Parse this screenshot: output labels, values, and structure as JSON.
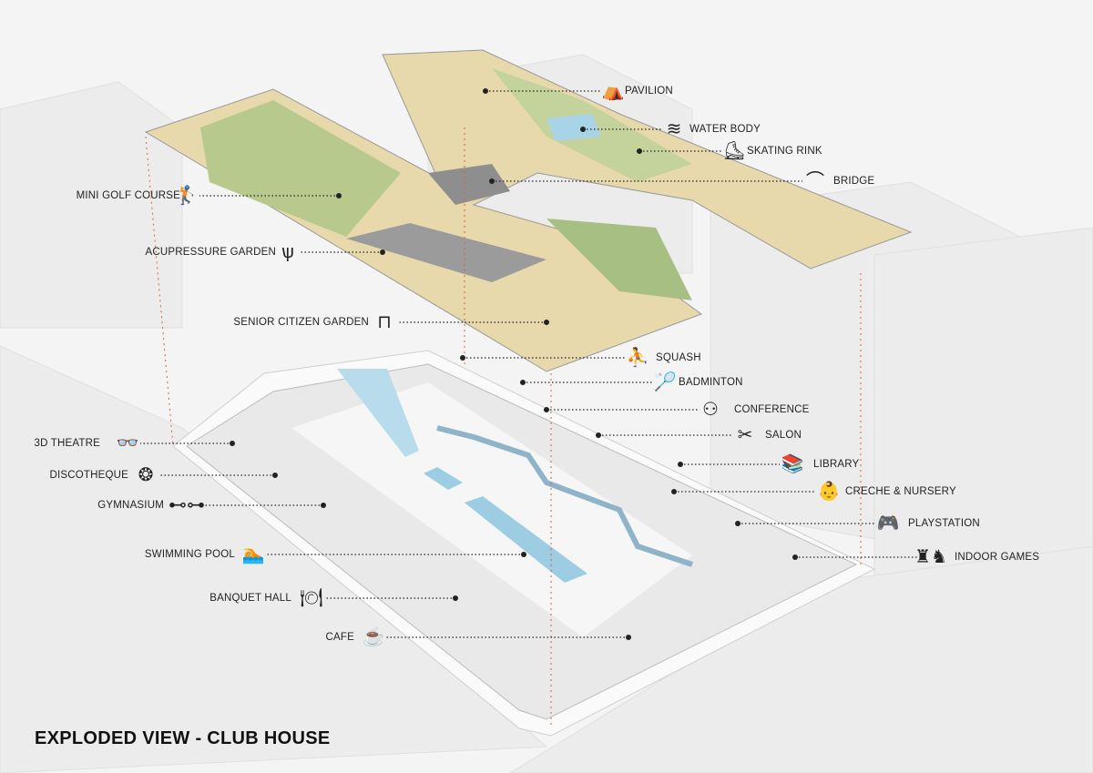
{
  "title": "EXPLODED VIEW - CLUB HOUSE",
  "roof_labels": [
    {
      "text": "PAVILION",
      "icon": "pavilion-icon",
      "glyph": "⛺"
    },
    {
      "text": "WATER BODY",
      "icon": "water-waves-icon",
      "glyph": "≋"
    },
    {
      "text": "SKATING RINK",
      "icon": "roller-skate-icon",
      "glyph": "⛸"
    },
    {
      "text": "BRIDGE",
      "icon": "bridge-arch-icon",
      "glyph": "⌒"
    },
    {
      "text": "MINI GOLF COURSE",
      "icon": "golfer-icon",
      "glyph": "🏌"
    },
    {
      "text": "ACUPRESSURE GARDEN",
      "icon": "grass-icon",
      "glyph": "ѱ"
    },
    {
      "text": "SENIOR CITIZEN GARDEN",
      "icon": "bench-icon",
      "glyph": "⊓"
    }
  ],
  "floor_labels": [
    {
      "text": "SQUASH",
      "icon": "squash-players-icon",
      "glyph": "⛹"
    },
    {
      "text": "BADMINTON",
      "icon": "badminton-player-icon",
      "glyph": "🏸"
    },
    {
      "text": "CONFERENCE",
      "icon": "conference-table-icon",
      "glyph": "⚇"
    },
    {
      "text": "SALON",
      "icon": "scissors-comb-icon",
      "glyph": "✂"
    },
    {
      "text": "LIBRARY",
      "icon": "books-icon",
      "glyph": "📚"
    },
    {
      "text": "CRECHE & NURSERY",
      "icon": "baby-icon",
      "glyph": "👶"
    },
    {
      "text": "PLAYSTATION",
      "icon": "gamepad-icon",
      "glyph": "🎮"
    },
    {
      "text": "INDOOR GAMES",
      "icon": "chess-pieces-icon",
      "glyph": "♜♞"
    },
    {
      "text": "3D THEATRE",
      "icon": "3d-glasses-icon",
      "glyph": "👓"
    },
    {
      "text": "DISCOTHEQUE",
      "icon": "disco-ball-icon",
      "glyph": "❂"
    },
    {
      "text": "GYMNASIUM",
      "icon": "dumbbell-icon",
      "glyph": "⊷⊶"
    },
    {
      "text": "SWIMMING POOL",
      "icon": "swimmer-icon",
      "glyph": "🏊"
    },
    {
      "text": "BANQUET HALL",
      "icon": "dining-table-icon",
      "glyph": "🍽"
    },
    {
      "text": "CAFE",
      "icon": "coffee-cup-icon",
      "glyph": "☕"
    }
  ],
  "colors": {
    "leader": "#222",
    "projection": "#d9603b",
    "grass": "#b9c98a",
    "sand": "#e6d6a8",
    "water": "#a9d3e6",
    "wall": "#d6d6d6"
  }
}
